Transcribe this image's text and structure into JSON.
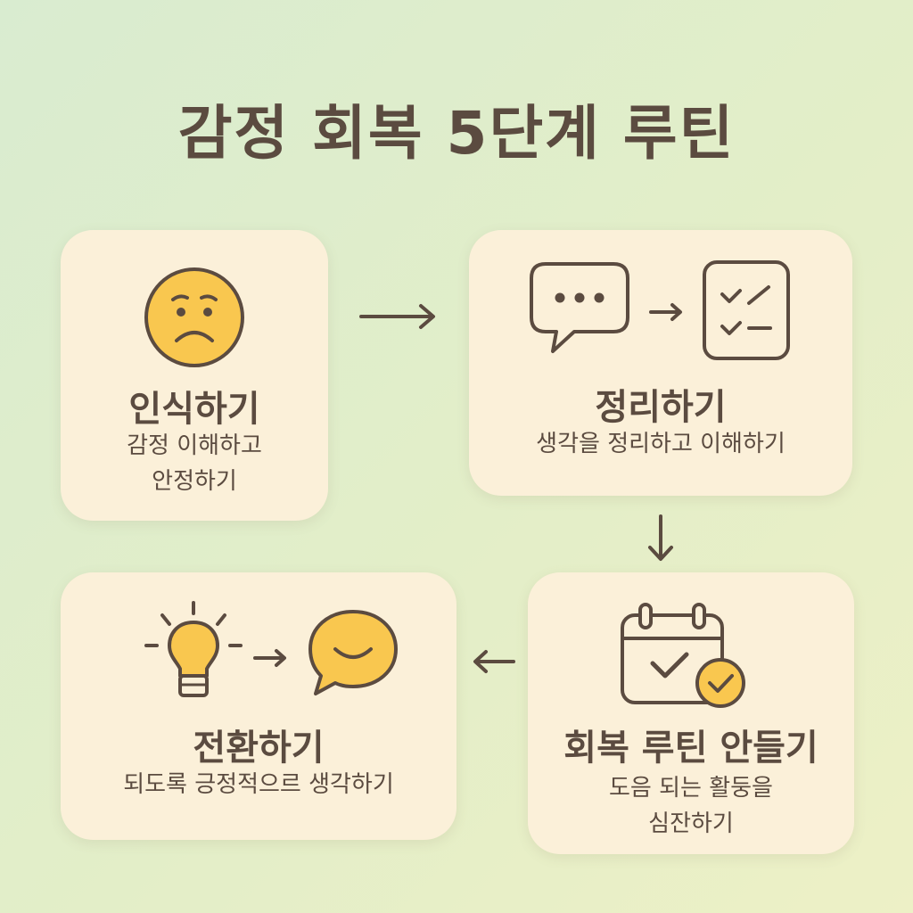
{
  "title": "감정 회복 5단계 루틴",
  "colors": {
    "card_bg": "#fbf0d9",
    "text": "#5b4b40",
    "accent_yellow": "#f9c74f"
  },
  "steps": [
    {
      "title": "인식하기",
      "desc_lines": [
        "감정 이해하고",
        "안정하기"
      ],
      "icons": [
        "sad-face-icon"
      ]
    },
    {
      "title": "정리하기",
      "desc_lines": [
        "생각을 정리하고 이해하기"
      ],
      "icons": [
        "speech-bubble-icon",
        "arrow-right-icon",
        "checklist-icon"
      ]
    },
    {
      "title": "회복 루틴 안들기",
      "desc_lines": [
        "도음 되는 활둥을",
        "심잔하기"
      ],
      "icons": [
        "calendar-check-icon"
      ]
    },
    {
      "title": "전환하기",
      "desc_lines": [
        "되도록 긍정적으르 생각하기"
      ],
      "icons": [
        "lightbulb-icon",
        "arrow-right-icon",
        "smile-bubble-icon"
      ]
    }
  ],
  "flow": [
    "arrow-right",
    "arrow-down",
    "arrow-left"
  ]
}
